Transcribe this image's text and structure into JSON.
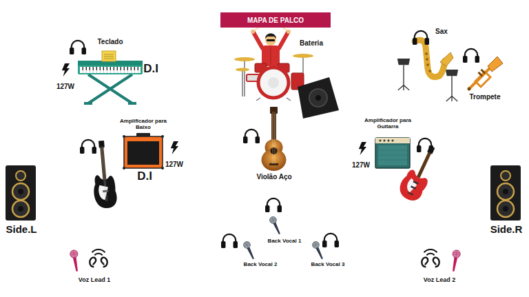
{
  "diagram": {
    "title": "MAPA DE PALCO",
    "labels": [
      "Teclado",
      "Bateria",
      "Sax",
      "D.I",
      "127W",
      "Trompete",
      "Amplificador para Baixo",
      "Amplificador para Guitarra",
      "127W",
      "127W",
      "D.I",
      "Violão Aço",
      "Side.L",
      "Side.R",
      "Back Vocal 1",
      "Back Vocal 2",
      "Back Vocal 3",
      "Voz Lead 1",
      "Voz Lead 2"
    ]
  }
}
